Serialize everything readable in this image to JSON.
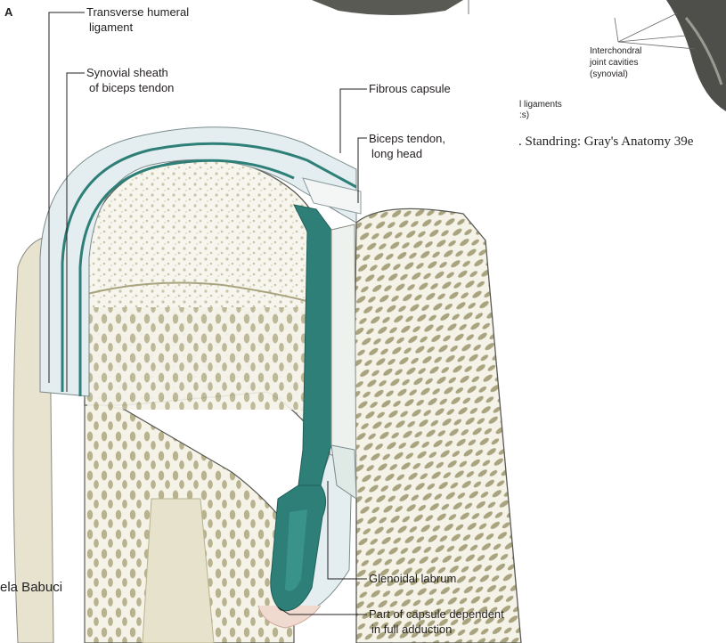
{
  "panel_letter": "A",
  "labels": {
    "transverse_humeral_1": "Transverse humeral",
    "transverse_humeral_2": "ligament",
    "synovial_sheath_1": "Synovial sheath",
    "synovial_sheath_2": "of biceps tendon",
    "fibrous_capsule": "Fibrous capsule",
    "biceps_tendon_1": "Biceps tendon,",
    "biceps_tendon_2": "long head",
    "glenoidal_labrum": "Glenoidal labrum",
    "capsule_dependent_1": "Part of capsule dependent",
    "capsule_dependent_2": "in full adduction"
  },
  "inset": {
    "interchondral_1": "Interchondral",
    "interchondral_2": "joint cavities",
    "interchondral_3": "(synovial)",
    "ligaments_1": "l ligaments",
    "ligaments_2": ":s)",
    "credit": ". Standring: Gray's Anatomy 39e"
  },
  "author_fragment": "ela Babuci",
  "colors": {
    "synovial": "#2e7f78",
    "capsule": "#e4eef0",
    "bone": "#f4f2e8",
    "trabecula": "#bdb894",
    "outline": "#4a5a5a"
  }
}
